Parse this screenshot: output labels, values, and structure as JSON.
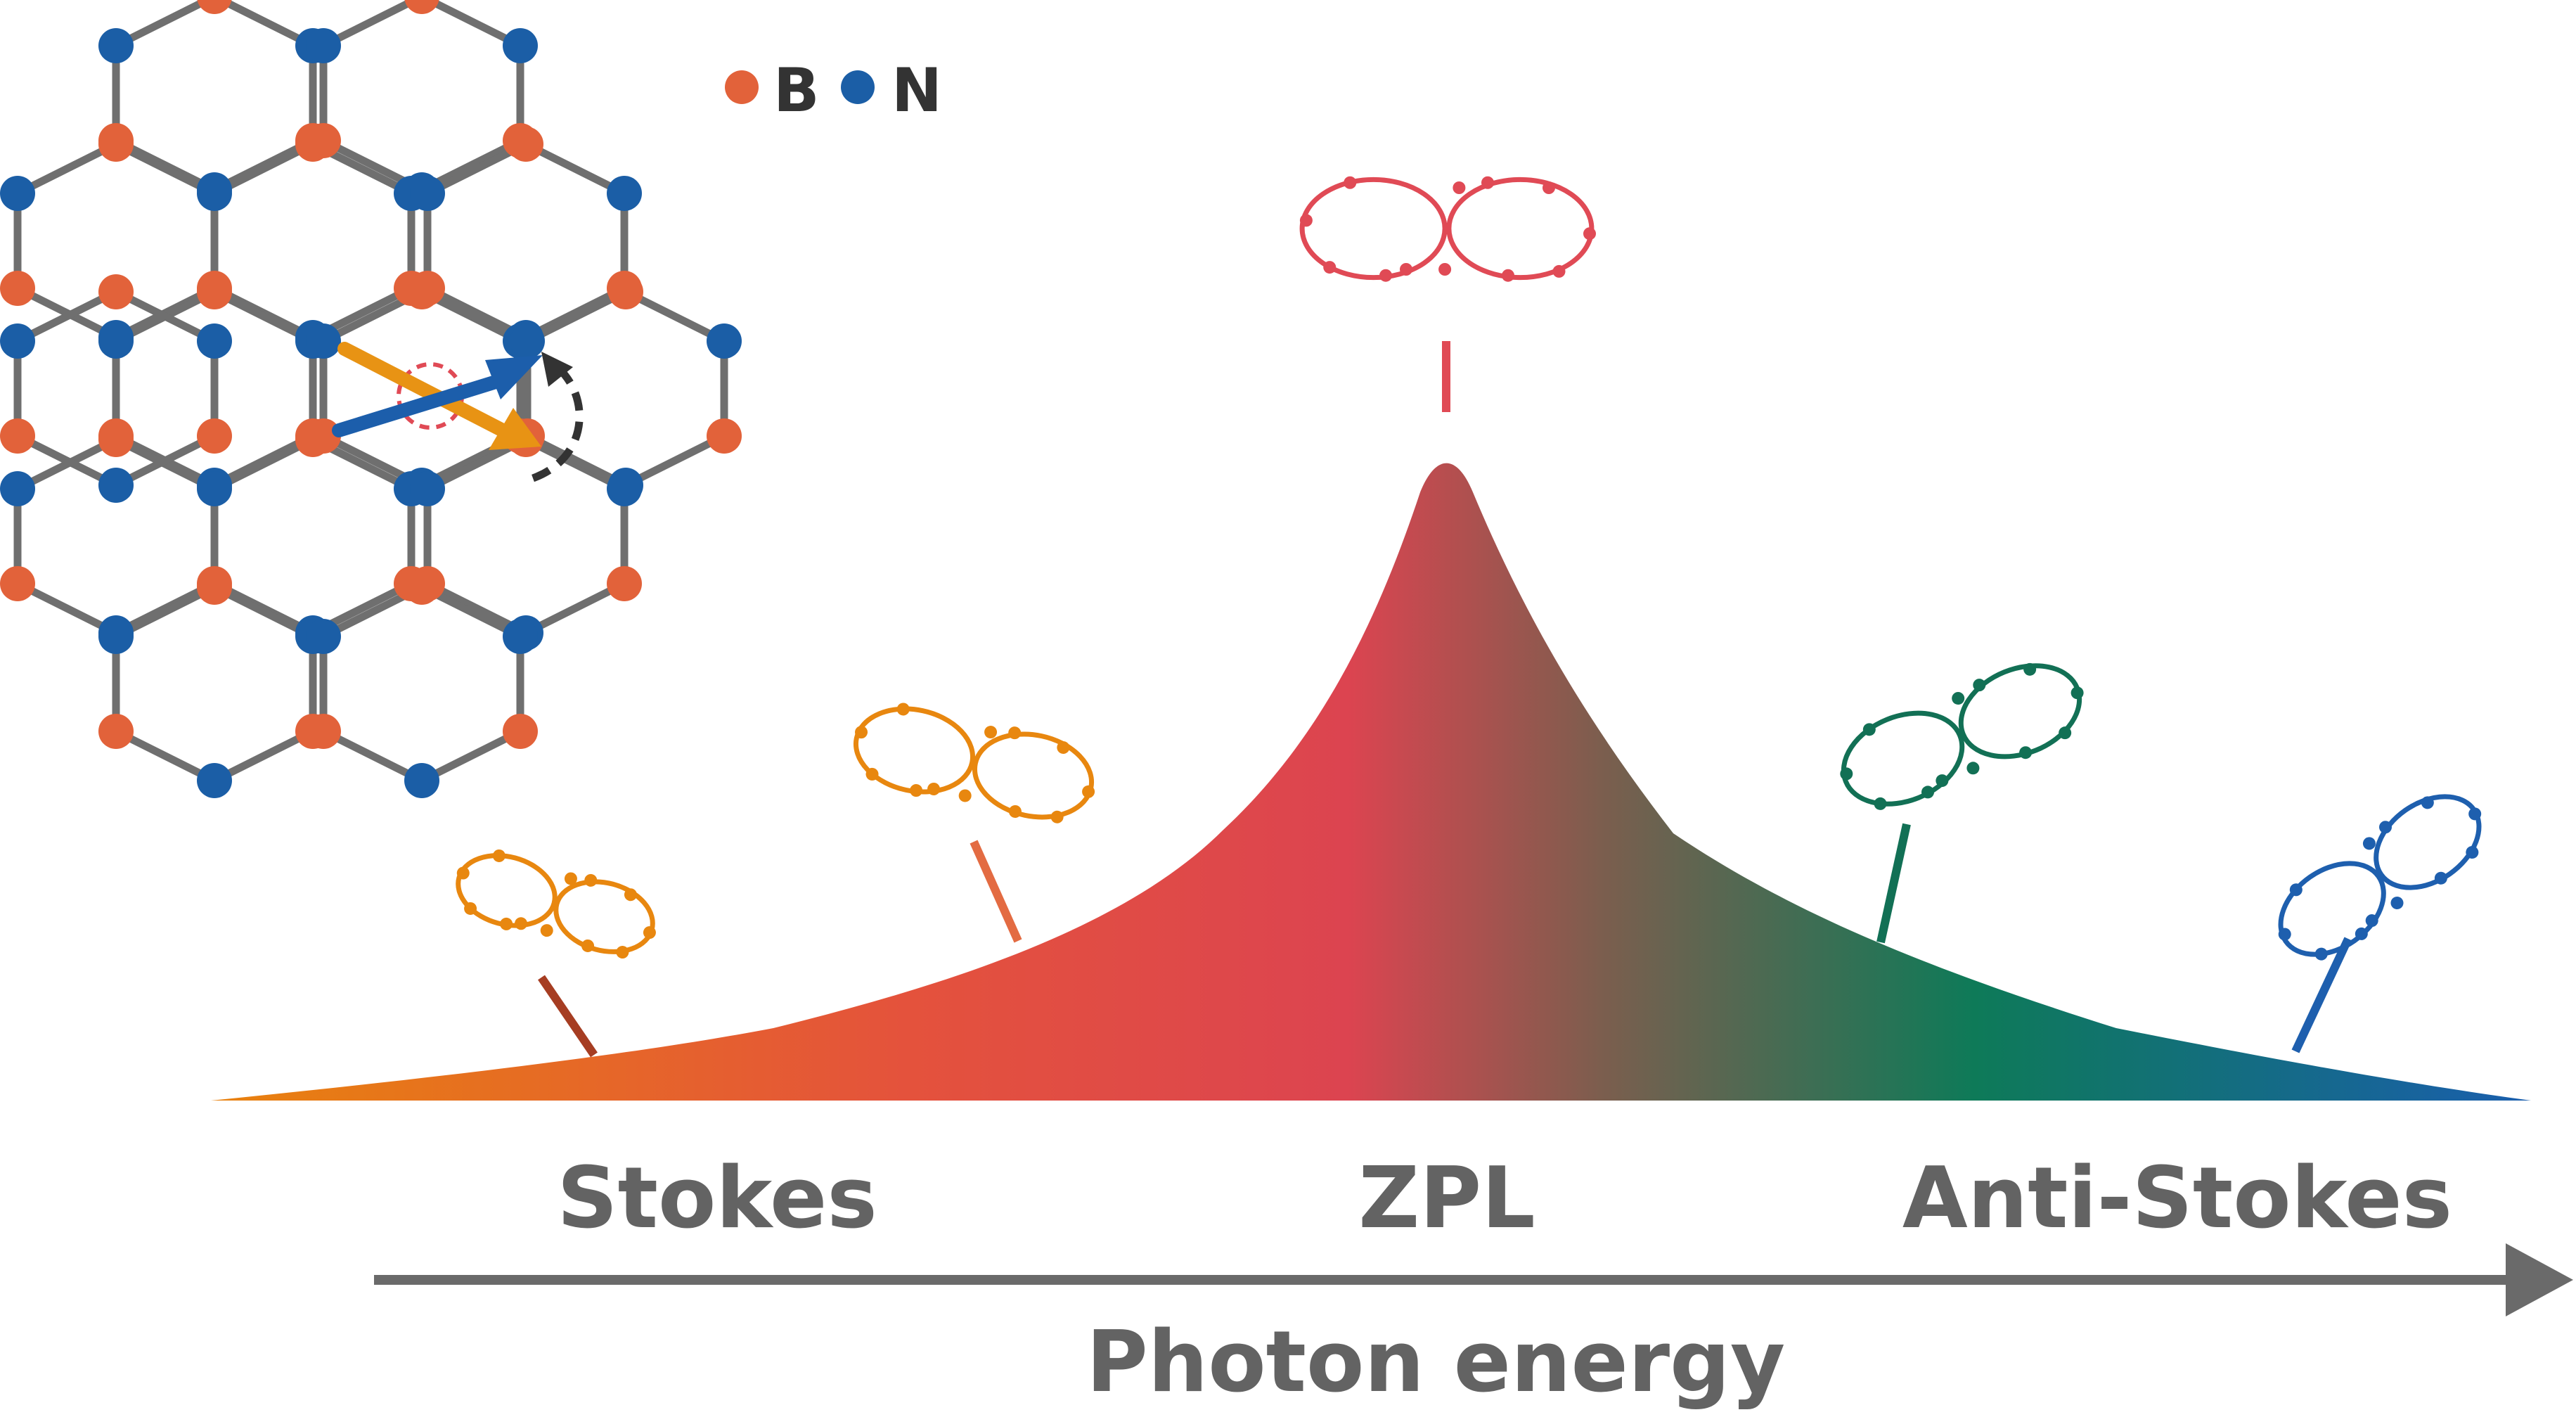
{
  "legend": {
    "boron": {
      "label": "B",
      "color": "#E2623A"
    },
    "nitrogen": {
      "label": "N",
      "color": "#1B5EA6"
    }
  },
  "spectrum": {
    "labels": {
      "stokes": "Stokes",
      "zpl": "ZPL",
      "anti_stokes": "Anti-Stokes"
    },
    "gradient": [
      "#E8820E",
      "#E4523C",
      "#DC4450",
      "#0E7A58",
      "#1A5EAE"
    ]
  },
  "axis": {
    "label": "Photon energy",
    "color": "#6A6A6A"
  },
  "colors": {
    "orange": "#E8870F",
    "zpl_red": "#E04A55",
    "green": "#127055",
    "blue": "#1E5FAE",
    "bond": "#6F6F6F",
    "stokes_low_tick": "#A63D22",
    "stokes_tick": "#E36B42",
    "arrow_orange": "#E89314",
    "arrow_blue": "#1C5EAB",
    "rotation": "#333333"
  }
}
